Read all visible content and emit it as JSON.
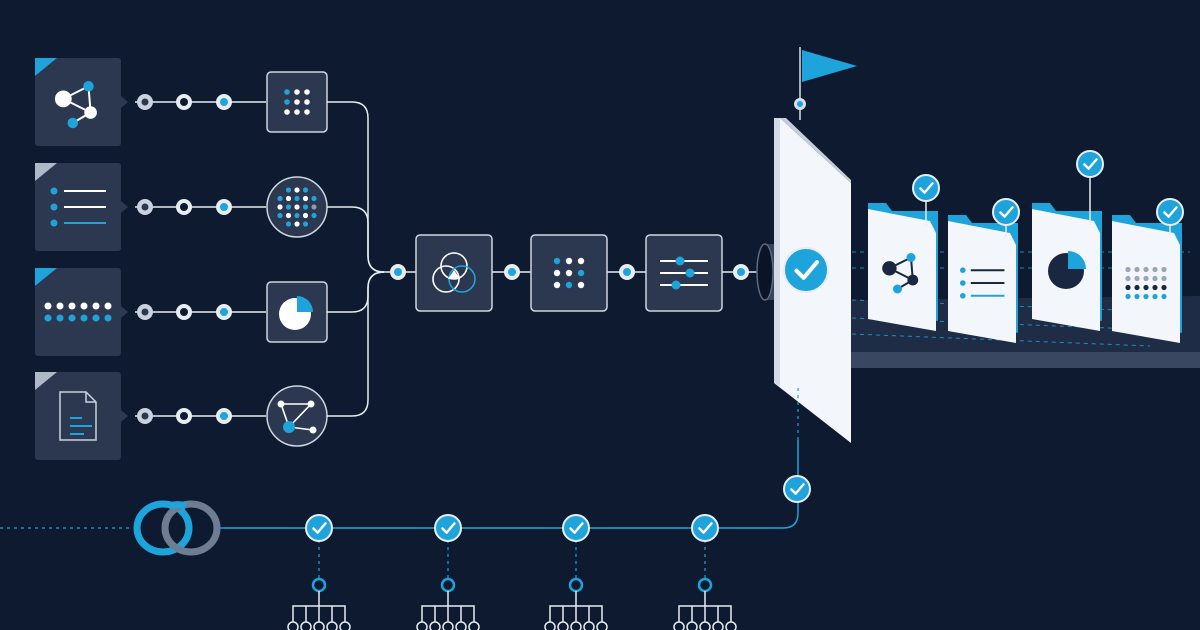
{
  "colors": {
    "background": "#0d1a30",
    "panel": "#2b3850",
    "panel_stroke": "#3d4b66",
    "line": "#e8edf3",
    "accent": "#1ea3db",
    "white": "#ffffff",
    "muted": "#5d6b82",
    "shelf": "#3a4760"
  },
  "sources": [
    {
      "name": "network-graph-source",
      "icon": "network-graph-icon"
    },
    {
      "name": "list-source",
      "icon": "list-icon"
    },
    {
      "name": "dot-grid-source",
      "icon": "dot-grid-icon"
    },
    {
      "name": "document-source",
      "icon": "document-icon"
    }
  ],
  "transforms": [
    {
      "name": "dot-matrix-transform",
      "icon": "dot-matrix-icon"
    },
    {
      "name": "circular-dots-transform",
      "icon": "circular-dots-icon"
    },
    {
      "name": "pie-chart-transform",
      "icon": "pie-chart-icon"
    },
    {
      "name": "triangle-graph-transform",
      "icon": "triangle-graph-icon"
    }
  ],
  "pipeline": [
    {
      "name": "merge-step",
      "icon": "venn-diagram-icon"
    },
    {
      "name": "matrix-step",
      "icon": "dot-matrix-icon"
    },
    {
      "name": "filter-step",
      "icon": "sliders-icon"
    }
  ],
  "gate": {
    "icon": "checkmark-icon",
    "flag_icon": "flag-icon"
  },
  "outputs": [
    {
      "name": "network-graph-folder",
      "icon": "network-graph-icon"
    },
    {
      "name": "list-folder",
      "icon": "list-icon"
    },
    {
      "name": "pie-chart-folder",
      "icon": "pie-chart-icon"
    },
    {
      "name": "dot-grid-folder",
      "icon": "dot-grid-icon"
    }
  ],
  "lineage": {
    "icon": "linked-rings-icon",
    "checkpoints": [
      "checkmark-icon",
      "checkmark-icon",
      "checkmark-icon",
      "checkmark-icon"
    ],
    "hierarchies": [
      "hierarchy-icon",
      "hierarchy-icon",
      "hierarchy-icon",
      "hierarchy-icon"
    ]
  }
}
